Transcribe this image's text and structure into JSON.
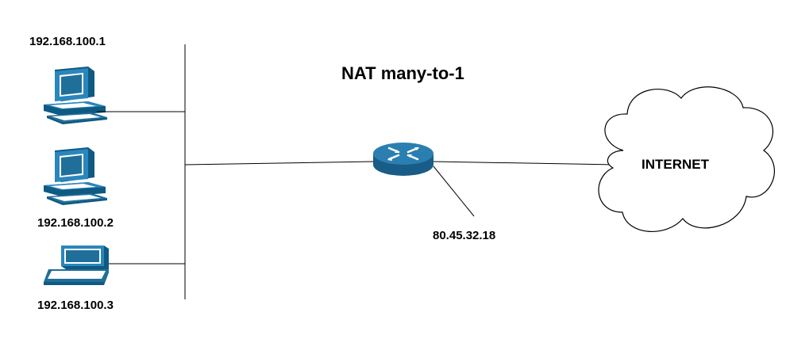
{
  "diagram": {
    "title": "NAT many-to-1",
    "hosts": [
      {
        "ip": "192.168.100.1",
        "icon": "desktop-computer-icon"
      },
      {
        "ip": "192.168.100.2",
        "icon": "desktop-computer-icon"
      },
      {
        "ip": "192.168.100.3",
        "icon": "laptop-icon"
      }
    ],
    "router": {
      "icon": "router-icon",
      "public_ip": "80.45.32.18"
    },
    "cloud": {
      "label": "INTERNET",
      "icon": "cloud-icon"
    },
    "colors": {
      "device_fill": "#1f6f9a",
      "device_light": "#ffffff",
      "router_top": "#2b7fb0",
      "router_side": "#195c87",
      "line": "#000000"
    }
  }
}
